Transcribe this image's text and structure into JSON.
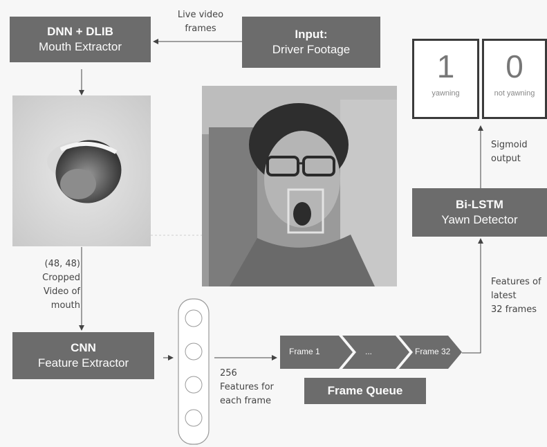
{
  "nodes": {
    "mouth_extractor": {
      "line1": "DNN + DLIB",
      "line2": "Mouth Extractor"
    },
    "input": {
      "line1": "Input:",
      "line2": "Driver Footage"
    },
    "cnn": {
      "line1": "CNN",
      "line2": "Feature Extractor"
    },
    "bilstm": {
      "line1": "Bi-LSTM",
      "line2": "Yawn Detector"
    },
    "frame_queue": {
      "label": "Frame Queue"
    }
  },
  "queue_frames": [
    "Frame 1",
    "...",
    "Frame 32"
  ],
  "outputs": [
    {
      "value": "1",
      "caption": "yawning"
    },
    {
      "value": "0",
      "caption": "not yawning"
    }
  ],
  "edge_labels": {
    "live_video": "Live video\nframes",
    "cropped": "(48, 48)\nCropped\nVideo of\nmouth",
    "features": "256\nFeatures for\neach frame",
    "latest": "Features of\nlatest\n32 frames",
    "sigmoid": "Sigmoid\noutput"
  },
  "colors": {
    "box": "#6c6c6c",
    "box_text": "#fbfbfb",
    "arrow": "#444444"
  }
}
